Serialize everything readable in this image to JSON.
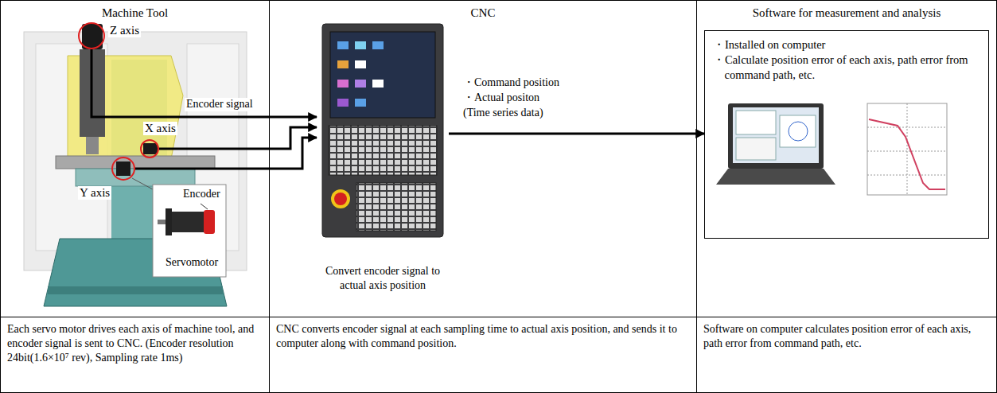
{
  "diagram": {
    "nodes": [
      {
        "text": [
          "Machine Tool"
        ]
      },
      {
        "text": [
          "Z axis"
        ],
        "in": 0
      },
      {
        "text": [
          "X axis"
        ],
        "in": 0
      },
      {
        "text": [
          "Y axis"
        ],
        "in": 0
      },
      {
        "text": [
          "CNC"
        ]
      },
      {
        "text": [
          "Convert encoder signal to actual axis position"
        ],
        "in": 4
      },
      {
        "text": [
          "Software for measurement and analysis"
        ]
      },
      {
        "text": [
          "・Installed on computer",
          "・Calculate position error of each axis, path error from command path, etc."
        ],
        "in": 6
      },
      {
        "text": [
          "Each servo motor drives each axis of machine tool, and encoder signal is sent to CNC. (Encoder resolution 24bit(1.6×10⁷ rev), Sampling rate 1ms)"
        ]
      },
      {
        "text": [
          "CNC converts encoder signal at each sampling time to actual axis position, and sends it to computer along with command position."
        ]
      },
      {
        "text": [
          "Software on computer calculates position error of each axis, path error from command path, etc."
        ]
      }
    ],
    "edges": [
      {
        "from": 1,
        "to": 5,
        "label": "Encoder signal",
        "arrow": "to"
      },
      {
        "from": 2,
        "to": 5,
        "arrow": "to"
      },
      {
        "from": 3,
        "to": 5,
        "arrow": "to"
      },
      {
        "from": 5,
        "to": 7,
        "arrow": "to"
      }
    ],
    "labels": [
      "Encoder",
      "Servomotor",
      "・Command position",
      "・Actual positon",
      "(Time series data)"
    ]
  }
}
